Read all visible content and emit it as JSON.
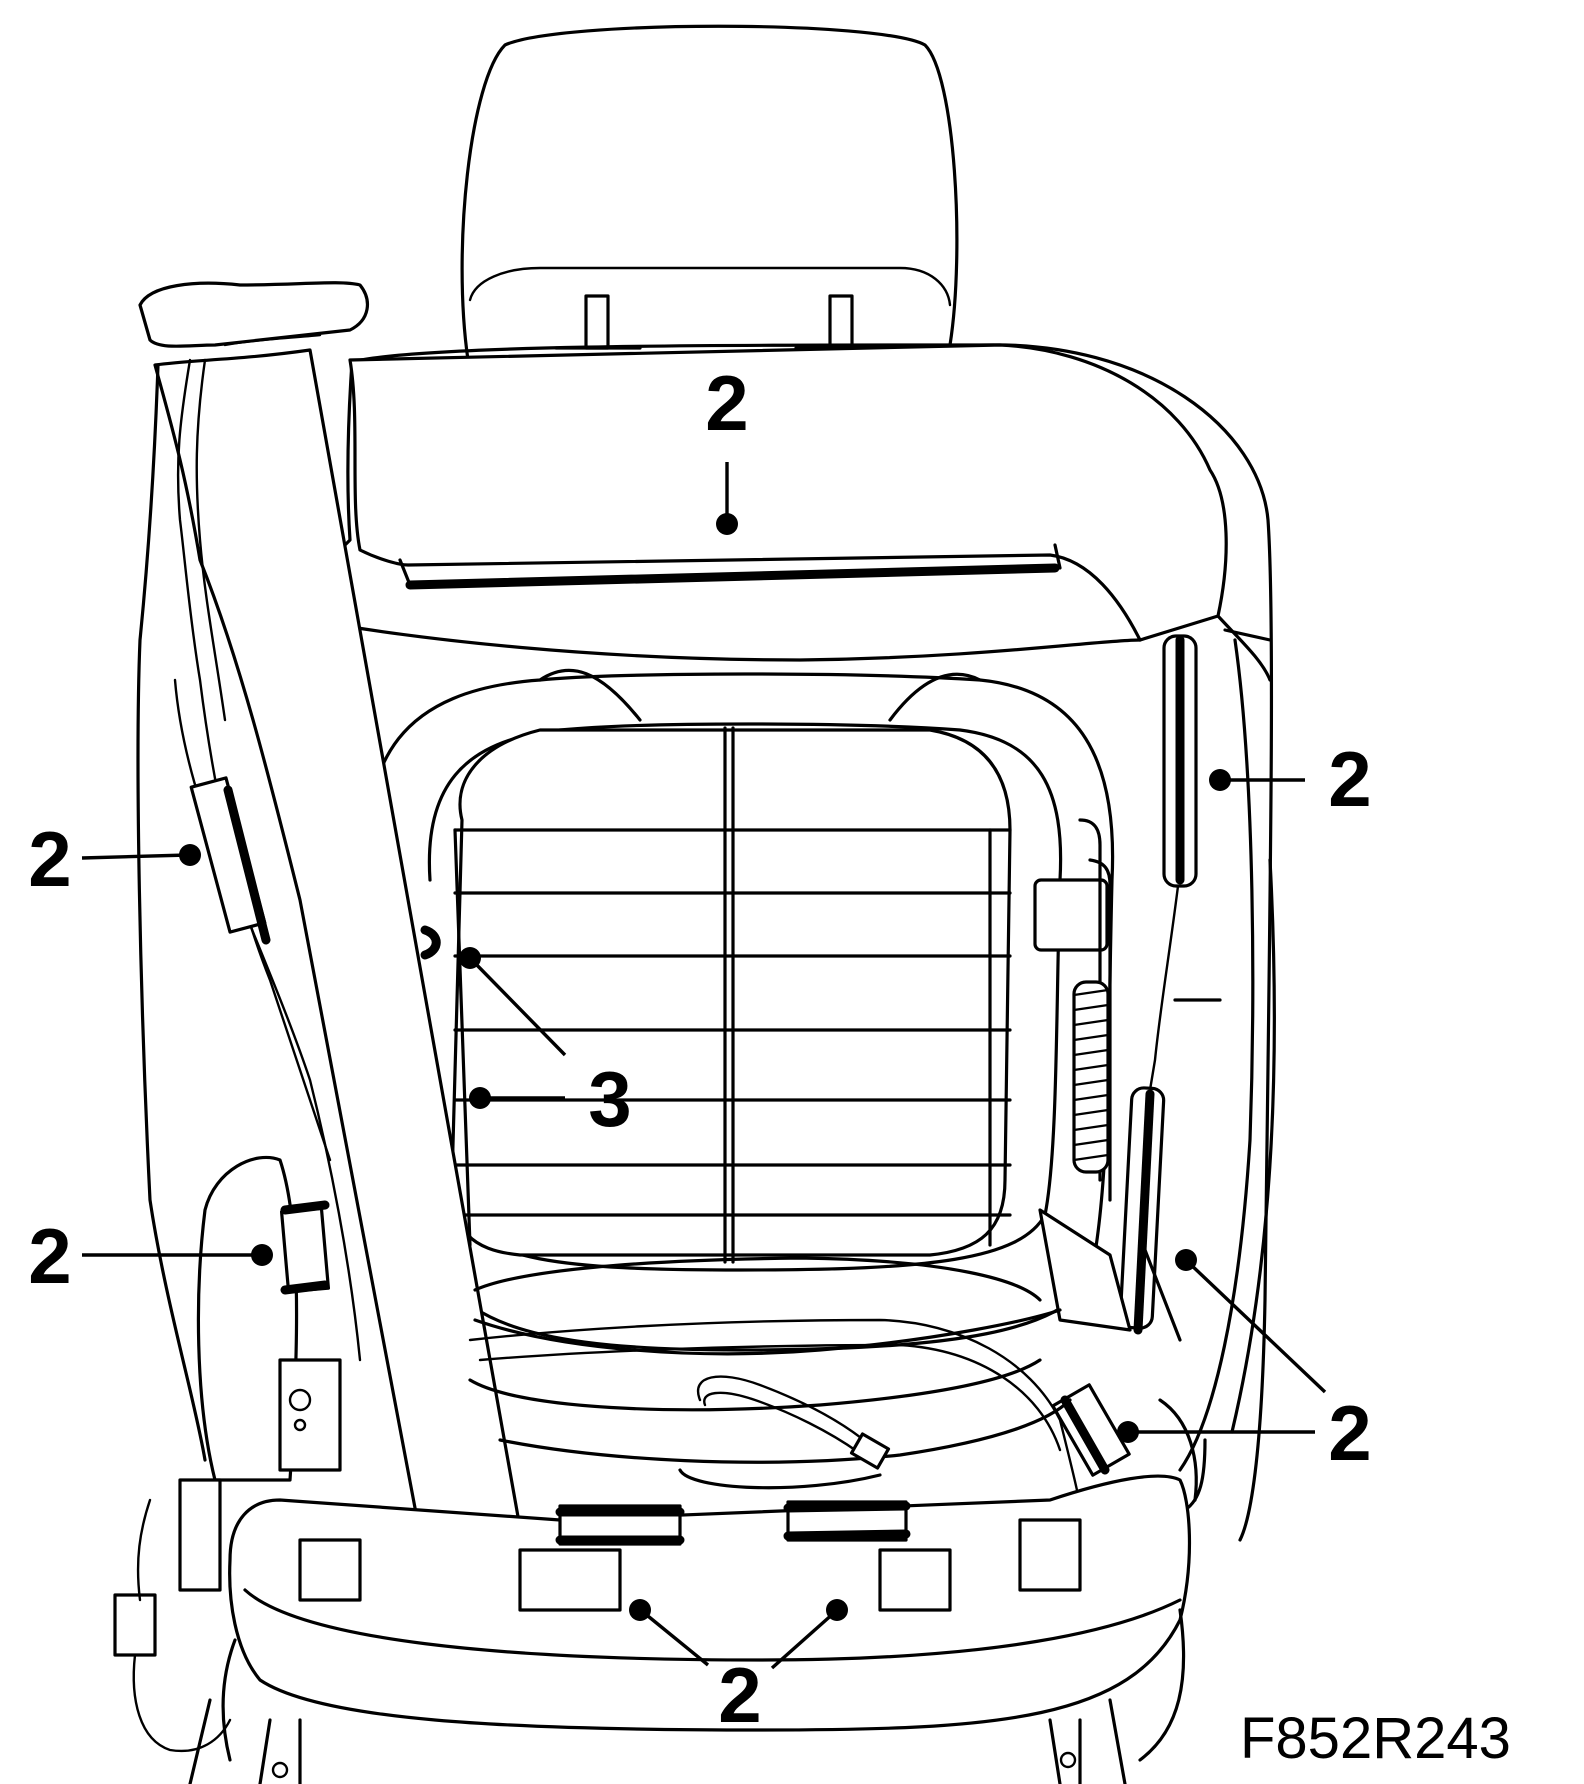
{
  "figure_code": "F852R243",
  "callouts": {
    "c_top": "2",
    "c_right_upper": "2",
    "c_left_upper": "2",
    "c_center": "3",
    "c_left_lower": "2",
    "c_right_lower": "2",
    "c_bottom": "2"
  }
}
